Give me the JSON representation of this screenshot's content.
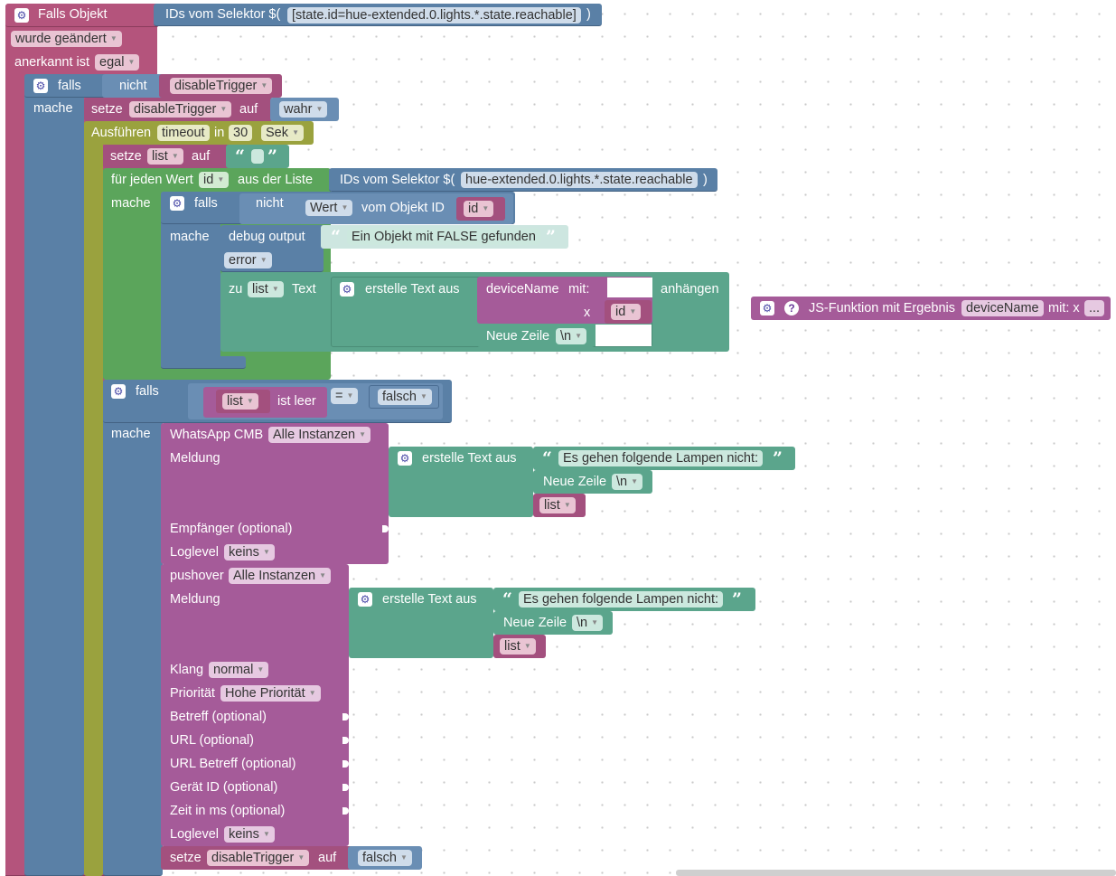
{
  "trigger": {
    "title": "Falls Objekt",
    "selector_label": "IDs vom Selektor $(",
    "selector_value": "[state.id=hue-extended.0.lights.*.state.reachable]",
    "selector_close": ")",
    "changed": "wurde geändert",
    "ack_label": "anerkannt ist",
    "ack_value": "egal"
  },
  "if1": {
    "falls": "falls",
    "nicht": "nicht",
    "var": "disableTrigger",
    "mache": "mache"
  },
  "set1": {
    "setze": "setze",
    "var": "disableTrigger",
    "auf": "auf",
    "value": "wahr"
  },
  "timeout": {
    "label": "Ausführen",
    "name": "timeout",
    "in": "in",
    "value": "30",
    "unit": "Sek"
  },
  "set2": {
    "setze": "setze",
    "var": "list",
    "auf": "auf"
  },
  "foreach": {
    "label": "für jeden Wert",
    "var": "id",
    "from": "aus der Liste",
    "selector_label": "IDs vom Selektor $(",
    "selector_value": "hue-extended.0.lights.*.state.reachable",
    "selector_close": ")",
    "mache": "mache"
  },
  "if2": {
    "falls": "falls",
    "nicht": "nicht",
    "wert": "Wert",
    "vom": "vom Objekt ID",
    "id": "id",
    "mache": "mache"
  },
  "debug": {
    "label": "debug output",
    "text": "Ein Objekt mit FALSE gefunden",
    "level": "error"
  },
  "append": {
    "zu": "zu",
    "var": "list",
    "text": "Text",
    "create": "erstelle Text aus",
    "fn": "deviceName",
    "mit": "mit:",
    "x": "x",
    "id": "id",
    "newline": "Neue Zeile",
    "nl": "\\n",
    "anhaengen": "anhängen"
  },
  "jsfunc": {
    "label": "JS-Funktion mit Ergebnis",
    "name": "deviceName",
    "mit": "mit: x",
    "more": "..."
  },
  "if3": {
    "falls": "falls",
    "list": "list",
    "istleer": "ist leer",
    "op": "=",
    "value": "falsch",
    "mache": "mache"
  },
  "whatsapp": {
    "label": "WhatsApp CMB",
    "instance": "Alle Instanzen",
    "meldung": "Meldung",
    "create": "erstelle Text aus",
    "text": "Es gehen folgende Lampen nicht:",
    "newline": "Neue Zeile",
    "nl": "\\n",
    "list": "list",
    "empf": "Empfänger (optional)",
    "loglevel": "Loglevel",
    "loglevel_value": "keins"
  },
  "pushover": {
    "label": "pushover",
    "instance": "Alle Instanzen",
    "meldung": "Meldung",
    "create": "erstelle Text aus",
    "text": "Es gehen folgende Lampen nicht:",
    "newline": "Neue Zeile",
    "nl": "\\n",
    "list": "list",
    "klang": "Klang",
    "klang_value": "normal",
    "prio": "Priorität",
    "prio_value": "Hohe Priorität",
    "betreff": "Betreff (optional)",
    "url": "URL (optional)",
    "url_betreff": "URL Betreff (optional)",
    "geraet": "Gerät ID (optional)",
    "zeit": "Zeit in ms (optional)",
    "loglevel": "Loglevel",
    "loglevel_value": "keins"
  },
  "set3": {
    "setze": "setze",
    "var": "disableTrigger",
    "auf": "auf",
    "value": "falsch"
  },
  "icons": [
    "gear-icon",
    "help-icon",
    "quote-open-icon",
    "quote-close-icon",
    "dropdown-arrow-icon"
  ],
  "colors": {
    "event": "#b4547c",
    "logic": "#5a80a6",
    "loop": "#5ba55b",
    "timeout": "#9aa23e",
    "text": "#5ba58c",
    "function": "#a55b99",
    "variable": "#a3507e",
    "workspace": "#ffffff"
  }
}
